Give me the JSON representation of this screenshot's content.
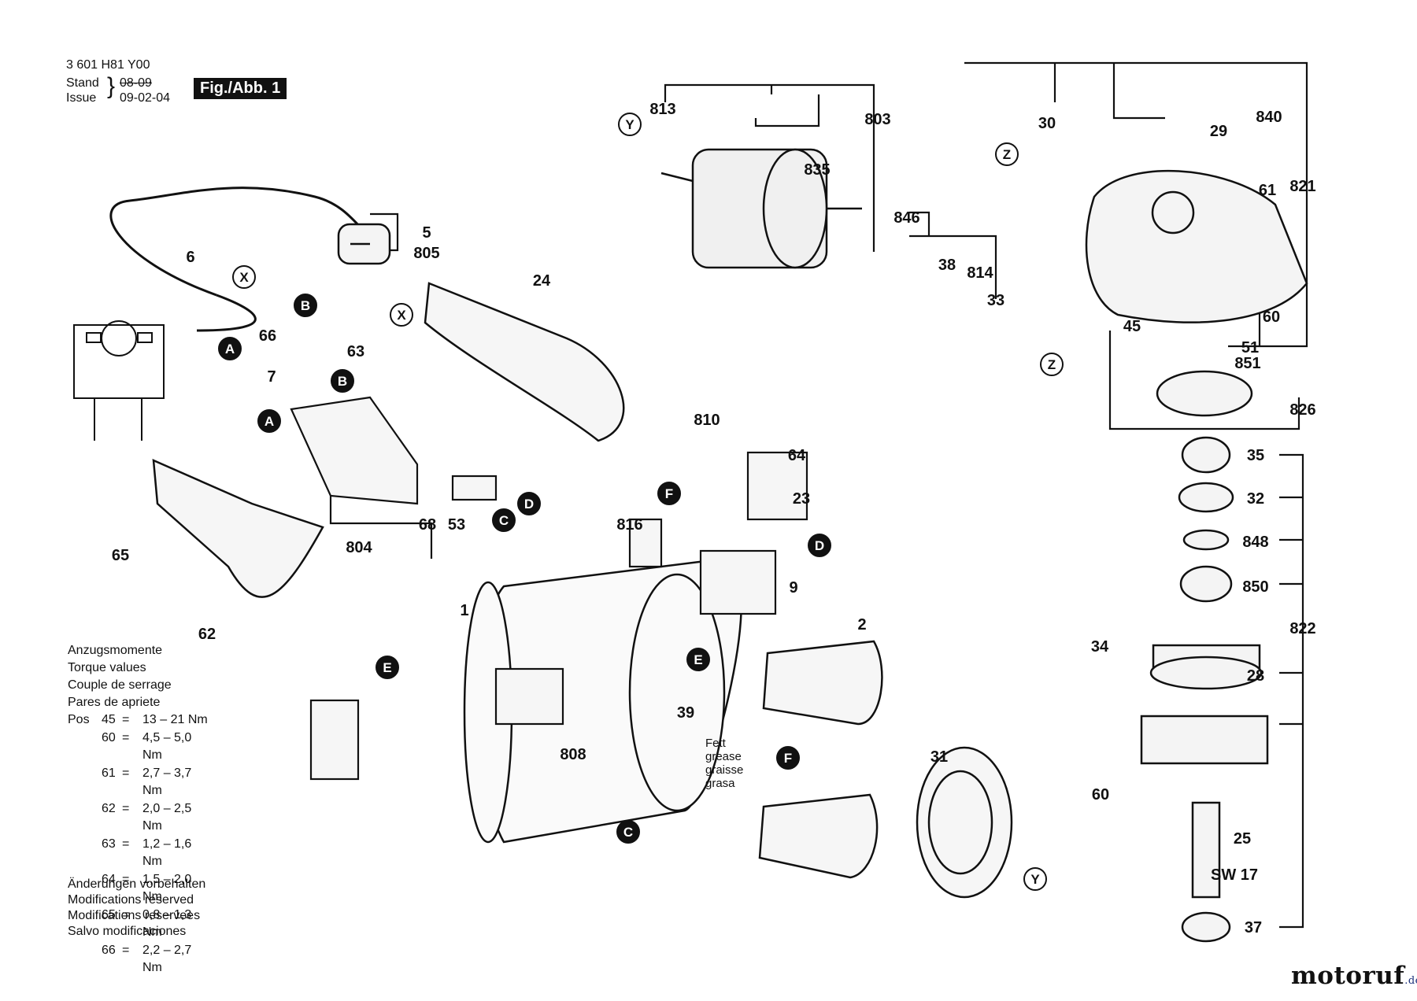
{
  "header": {
    "doc_number": "3 601 H81 Y00",
    "stand_label": "Stand",
    "issue_label": "Issue",
    "stand_value": "08-09",
    "issue_value": "09-02-04",
    "figure_label": "Fig./Abb. 1"
  },
  "torque_block": {
    "titles": [
      "Anzugsmomente",
      "Torque values",
      "Couple de serrage",
      "Pares de apriete"
    ],
    "pos_label": "Pos",
    "rows": [
      {
        "pos": "45",
        "eq": "=",
        "value": "13 – 21 Nm"
      },
      {
        "pos": "60",
        "eq": "=",
        "value": "4,5 – 5,0 Nm"
      },
      {
        "pos": "61",
        "eq": "=",
        "value": "2,7 – 3,7 Nm"
      },
      {
        "pos": "62",
        "eq": "=",
        "value": "2,0 – 2,5 Nm"
      },
      {
        "pos": "63",
        "eq": "=",
        "value": "1,2 – 1,6 Nm"
      },
      {
        "pos": "64",
        "eq": "=",
        "value": "1,5 – 2,0 Nm"
      },
      {
        "pos": "65",
        "eq": "=",
        "value": "0,8 – 1,3 Nm"
      },
      {
        "pos": "66",
        "eq": "=",
        "value": "2,2 – 2,7 Nm"
      }
    ]
  },
  "notes": [
    "Änderungen vorbehalten",
    "Modifications reserved",
    "Modifications reservees",
    "Salvo modificaciones"
  ],
  "grease_note": [
    "Fett",
    "grease",
    "graisse",
    "grasa"
  ],
  "brand": {
    "name": "motoruf",
    "suffix": ".de"
  },
  "part_labels": [
    "813",
    "803",
    "30",
    "840",
    "29",
    "835",
    "821",
    "61",
    "846",
    "38",
    "814",
    "33",
    "60",
    "45",
    "51",
    "851",
    "826",
    "5",
    "805",
    "6",
    "24",
    "66",
    "63",
    "7",
    "810",
    "64",
    "23",
    "35",
    "32",
    "848",
    "850",
    "816",
    "9",
    "1",
    "68",
    "53",
    "804",
    "65",
    "62",
    "2",
    "822",
    "34",
    "28",
    "39",
    "808",
    "31",
    "60",
    "25",
    "SW 17",
    "37"
  ],
  "connector_markers": [
    "X",
    "B",
    "A",
    "Y",
    "Z",
    "D",
    "C",
    "F",
    "E"
  ]
}
